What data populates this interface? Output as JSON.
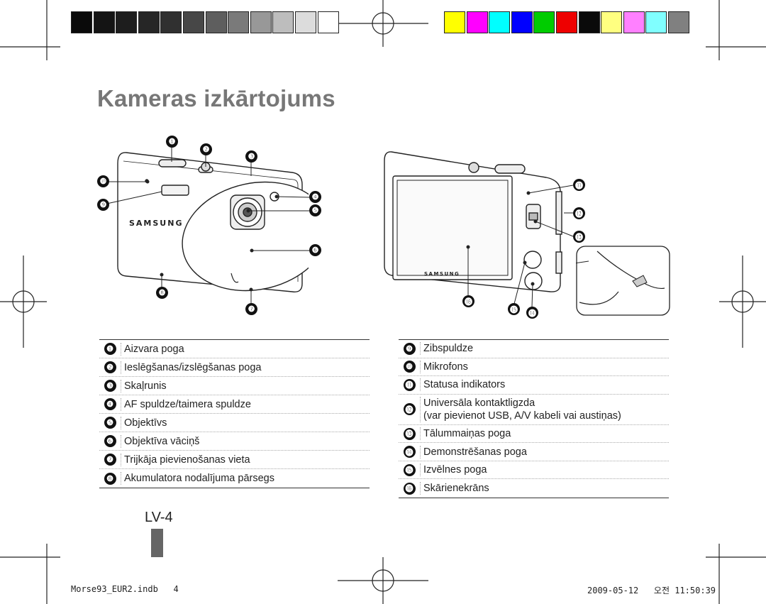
{
  "title": "Kameras izkārtojums",
  "grayscale_swatches": [
    "#0a0a0a",
    "#141414",
    "#1d1d1d",
    "#262626",
    "#303030",
    "#474747",
    "#5e5e5e",
    "#7a7a7a",
    "#989898",
    "#bdbdbd",
    "#dcdcdc",
    "#ffffff"
  ],
  "color_swatches": [
    "#ffff00",
    "#ff00ff",
    "#00ffff",
    "#0000ff",
    "#00cc00",
    "#ee0000",
    "#0a0a0a",
    "#ffff80",
    "#ff80ff",
    "#80ffff",
    "#808080"
  ],
  "brand_front": "SAMSUNG",
  "brand_back": "SAMSUNG",
  "callouts": {
    "c1": "❶",
    "c2": "❷",
    "c3": "❸",
    "c4": "❹",
    "c5": "❺",
    "c6": "❻",
    "c7": "❼",
    "c8": "❽",
    "c9": "❾",
    "c10": "❿",
    "c11": "⓫",
    "c12": "⓬",
    "c13": "⓭",
    "c14": "⓮",
    "c15": "⓯",
    "c16": "⓰"
  },
  "legend_left": [
    {
      "num": "❶",
      "text": "Aizvara poga"
    },
    {
      "num": "❷",
      "text": "Ieslēgšanas/izslēgšanas poga"
    },
    {
      "num": "❸",
      "text": "Skaļrunis"
    },
    {
      "num": "❹",
      "text": "AF spuldze/taimera spuldze"
    },
    {
      "num": "❺",
      "text": "Objektīvs"
    },
    {
      "num": "❻",
      "text": "Objektīva vāciņš"
    },
    {
      "num": "❼",
      "text": "Trijkāja pievienošanas vieta"
    },
    {
      "num": "❽",
      "text": "Akumulatora nodalījuma pārsegs"
    }
  ],
  "legend_right": [
    {
      "num": "❾",
      "text": "Zibspuldze"
    },
    {
      "num": "❿",
      "text": "Mikrofons"
    },
    {
      "num": "⓫",
      "text": "Statusa indikators"
    },
    {
      "num": "⓬",
      "text": "Universāla kontaktligzda",
      "text2": "(var pievienot USB, A/V kabeli vai austiņas)"
    },
    {
      "num": "⓭",
      "text": "Tālummaiņas poga"
    },
    {
      "num": "⓮",
      "text": "Demonstrēšanas poga"
    },
    {
      "num": "⓯",
      "text": "Izvēlnes poga"
    },
    {
      "num": "⓰",
      "text": "Skārienekrāns"
    }
  ],
  "page_number": "LV-4",
  "footer_left": "Morse93_EUR2.indb   4",
  "footer_right": "2009-05-12   오전 11:50:39"
}
